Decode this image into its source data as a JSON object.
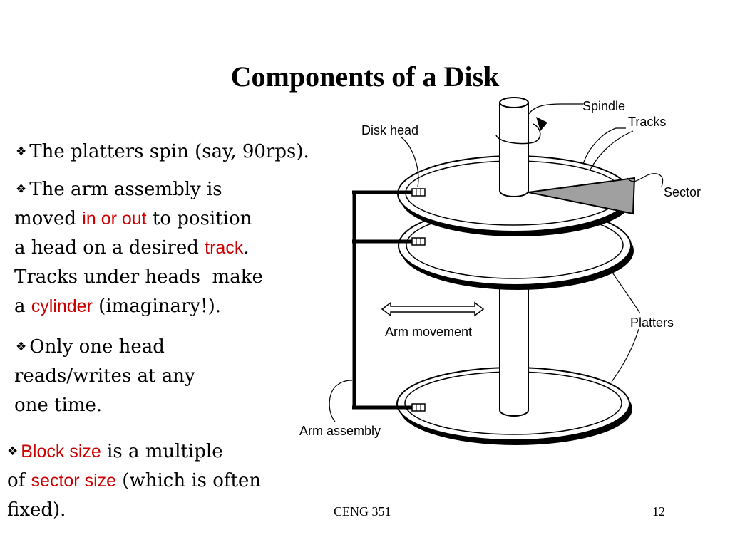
{
  "slide": {
    "title": "Components of a Disk",
    "bullets": {
      "b1": {
        "text": "The platters spin (say, 90rps)."
      },
      "b2": {
        "line1": "The arm assembly is",
        "line2_pre": "moved ",
        "line2_kw": "in or out",
        "line2_post": " to position",
        "line3_pre": "a head on a desired ",
        "line3_kw": "track",
        "line3_post": ".",
        "line4": "Tracks under heads  make",
        "line5_pre": "a ",
        "line5_kw": "cylinder",
        "line5_post": " (imaginary!)."
      },
      "b3": {
        "line1": "Only one head",
        "line2": "reads/writes at any",
        "line3": "one time."
      },
      "b4": {
        "line1_kw": "Block size",
        "line1_post": " is a multiple",
        "line2_pre": "of ",
        "line2_kw": "sector size",
        "line2_post": " (which is often",
        "line3": "fixed)."
      }
    },
    "bullet_glyph": "❖",
    "colors": {
      "keyword": "#cc0000",
      "sector_fill": "#a0a0a0"
    },
    "footer": {
      "course": "CENG 351",
      "page": "12"
    }
  },
  "diagram": {
    "labels": {
      "spindle": "Spindle",
      "tracks": "Tracks",
      "disk_head": "Disk head",
      "sector": "Sector",
      "platters": "Platters",
      "arm_movement": "Arm movement",
      "arm_assembly": "Arm assembly"
    }
  }
}
